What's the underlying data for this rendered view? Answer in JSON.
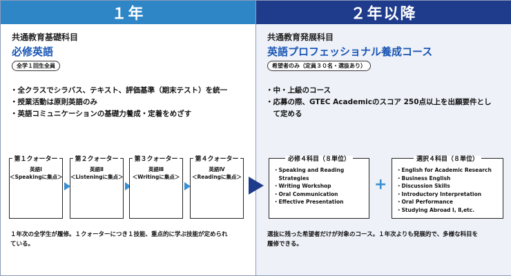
{
  "left": {
    "header": "１年",
    "subtitle": "共通教育基礎科目",
    "title": "必修英語",
    "tag": "全学１回生全員",
    "bullets": [
      "・全クラスでシラバス、テキスト、評価基準（期末テスト）を統一",
      "・授業活動は原則英語のみ",
      "・英語コミュニケーションの基礎力養成・定着をめざす"
    ],
    "quarters": [
      {
        "title": "第１クォーター",
        "line1": "英語Ⅰ",
        "line2": "＜Speakingに集点＞"
      },
      {
        "title": "第２クォーター",
        "line1": "英語Ⅱ",
        "line2": "＜Listeningに集点＞"
      },
      {
        "title": "第３クォーター",
        "line1": "英語Ⅲ",
        "line2": "＜Writingに集点＞"
      },
      {
        "title": "第４クォーター",
        "line1": "英語Ⅳ",
        "line2": "＜Readingに集点＞"
      }
    ],
    "footer": [
      "１年次の全学生が履修。１クォーターにつき１技能、重点的に学ぶ技能が定められ",
      "ている。"
    ]
  },
  "right": {
    "header": "２年以降",
    "subtitle": "共通教育発展科目",
    "title": "英語プロフェッショナル養成コース",
    "tag": "希望者のみ（定員３０名・選抜あり）",
    "bullets": [
      "・中・上級のコース",
      "・応募の際、GTEC Academicのスコア 250点以上を出願要件とし",
      "　て定める"
    ],
    "required": {
      "title": "必修４科目（８単位）",
      "items": [
        "・Speaking and Reading",
        "　Strategies",
        "・Writing Workshop",
        "・Oral Communication",
        "・Effective Presentation"
      ]
    },
    "elective": {
      "title": "選択４科目（８単位）",
      "items": [
        "・English for Academic Research",
        "・Business English",
        "・Discussion Skills",
        "・Introductory Interpretation",
        "・Oral Performance",
        "・Studying Abroad Ⅰ, Ⅱ,etc."
      ]
    },
    "plus": "+",
    "footer": [
      "選抜に残った希望者だけが対象のコース。１年次よりも発展的で、多様な科目を",
      "履修できる。"
    ]
  },
  "colors": {
    "left_header": "#2f86c7",
    "right_header": "#1f3c8c",
    "title_blue": "#1a56b4",
    "arrow": "#3a8fd1"
  }
}
